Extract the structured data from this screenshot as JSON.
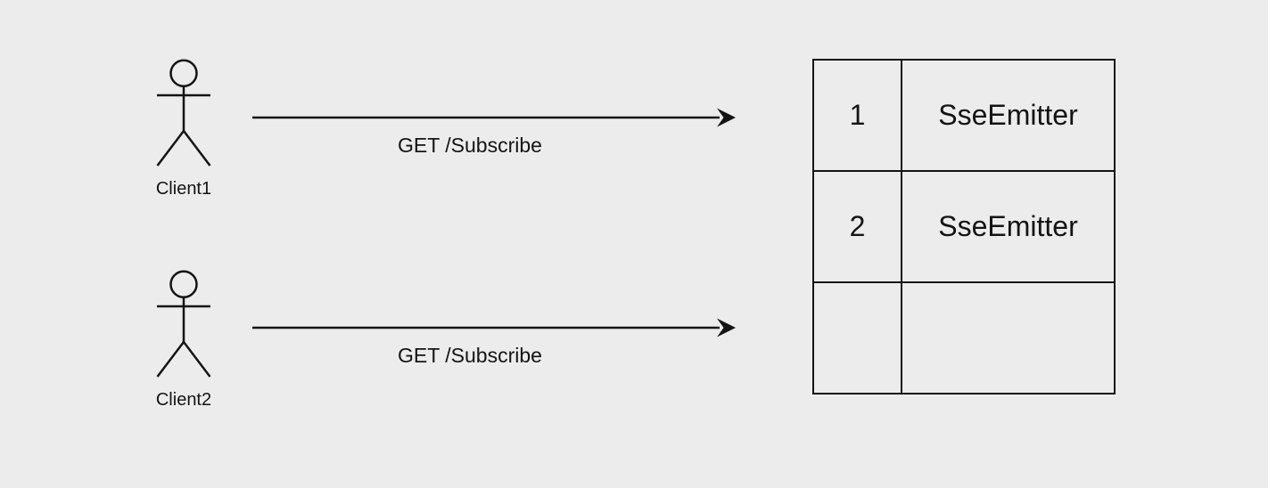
{
  "colors": {
    "background": "#ececec",
    "line": "#141414"
  },
  "actors": [
    {
      "label": "Client1"
    },
    {
      "label": "Client2"
    }
  ],
  "requests": [
    {
      "label": "GET /Subscribe"
    },
    {
      "label": "GET /Subscribe"
    }
  ],
  "emitter_table": {
    "rows": [
      {
        "id": "1",
        "emitter": "SseEmitter"
      },
      {
        "id": "2",
        "emitter": "SseEmitter"
      },
      {
        "id": "",
        "emitter": ""
      }
    ]
  }
}
